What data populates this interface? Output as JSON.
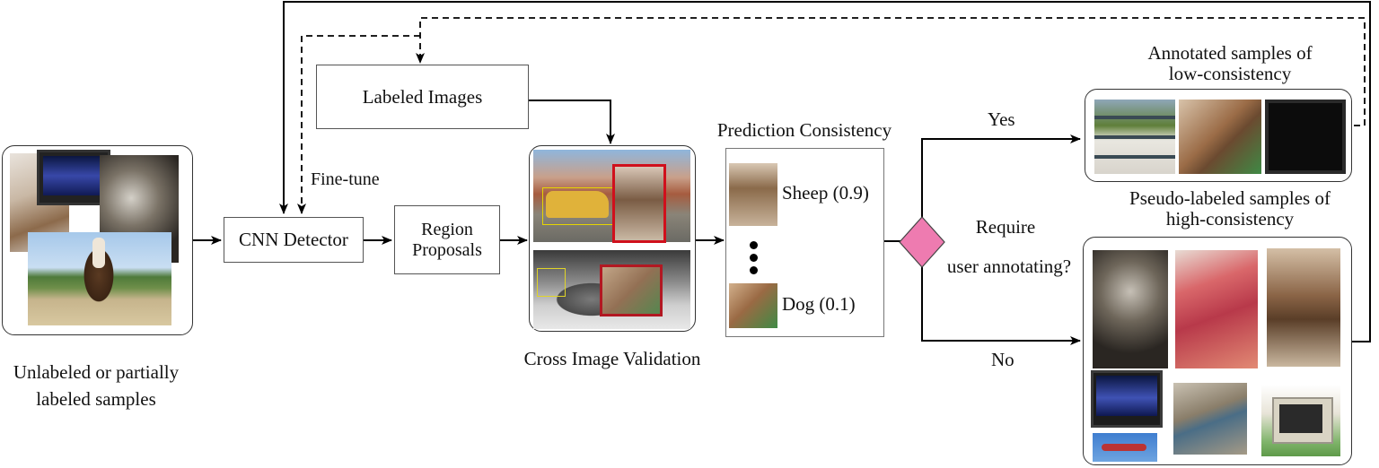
{
  "input": {
    "caption_line1": "Unlabeled or partially",
    "caption_line2": "labeled samples"
  },
  "cnn_detector": {
    "label": "CNN Detector"
  },
  "fine_tune": {
    "label": "Fine-tune"
  },
  "region_proposals": {
    "label_line1": "Region",
    "label_line2": "Proposals"
  },
  "labeled_images": {
    "label": "Labeled Images"
  },
  "cross_validation": {
    "caption": "Cross Image Validation"
  },
  "prediction": {
    "title": "Prediction Consistency",
    "sheep": "Sheep (0.9)",
    "dog": "Dog (0.1)"
  },
  "decision": {
    "line1": "Require",
    "line2": "user annotating?",
    "yes": "Yes",
    "no": "No",
    "color": "#ee7bb0"
  },
  "low_consistency": {
    "title_line1": "Annotated samples of",
    "title_line2": "low-consistency"
  },
  "high_consistency": {
    "title_line1": "Pseudo-labeled samples of",
    "title_line2": "high-consistency"
  },
  "colors": {
    "bbox_red": "#d0101c",
    "bbox_yellow": "#e6d600"
  }
}
